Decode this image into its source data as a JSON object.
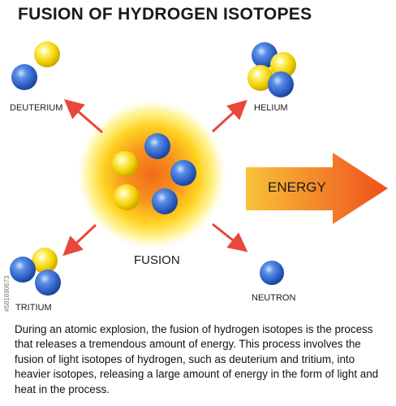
{
  "title": "FUSION OF HYDROGEN ISOTOPES",
  "labels": {
    "deuterium": "DEUTERIUM",
    "helium": "HELIUM",
    "tritium": "TRITIUM",
    "neutron": "NEUTRON",
    "fusion": "FUSION",
    "energy": "ENERGY"
  },
  "description": "During an atomic explosion, the fusion of hydrogen isotopes is the process that releases a tremendous amount of energy. This process involves the fusion of light isotopes of hydrogen, such as deuterium and tritium, into heavier isotopes, releasing a large amount of energy in the form of light and heat in the process.",
  "stock_id": "#581690673",
  "colors": {
    "proton": "#f2d600",
    "neutron": "#2f63c9",
    "arrow": "#e8473a",
    "energy_arrow_start": "#f7b52b",
    "energy_arrow_end": "#f05a1e"
  }
}
